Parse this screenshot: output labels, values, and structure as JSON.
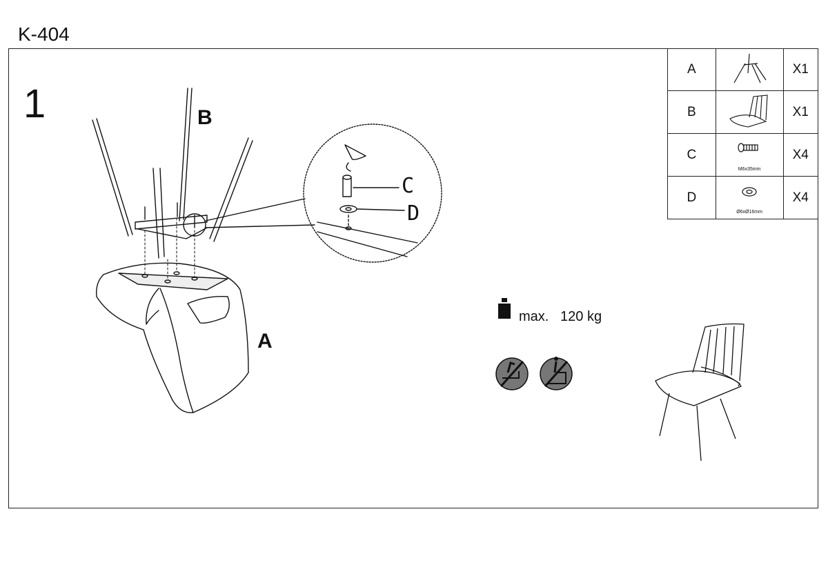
{
  "header": {
    "model": "K-404"
  },
  "step": {
    "number": "1"
  },
  "labels": {
    "part_b": "B",
    "part_a": "A",
    "callout_c": "C",
    "callout_d": "D"
  },
  "parts_table": [
    {
      "key": "A",
      "qty": "X1",
      "caption": "",
      "icon": "legs-frame-icon"
    },
    {
      "key": "B",
      "qty": "X1",
      "caption": "",
      "icon": "chair-seat-icon"
    },
    {
      "key": "C",
      "qty": "X4",
      "caption": "M6x35mm",
      "icon": "bolt-icon"
    },
    {
      "key": "D",
      "qty": "X4",
      "caption": "Ø6xØ16mm",
      "icon": "washer-icon"
    }
  ],
  "load": {
    "max_label": "max.",
    "value": "120 kg",
    "icon": "weight-icon"
  },
  "warnings": [
    {
      "icon": "no-standing-on-chair-icon"
    },
    {
      "icon": "no-climbing-icon"
    }
  ]
}
